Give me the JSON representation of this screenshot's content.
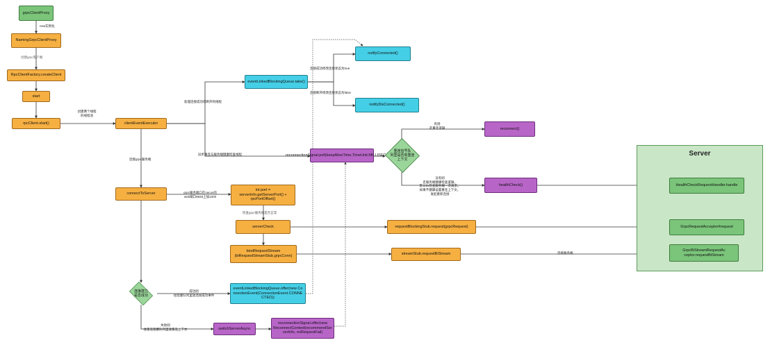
{
  "nodes": {
    "grpc_client_proxy": "grpcClientProxy",
    "naming_grpc_client_proxy": "NamingGrpcClientProxy",
    "rpc_client_factory": "RpcClientFactory.createClient",
    "start": "start",
    "rpc_client_start": "rpcClient.start()",
    "client_event_executor": "clientEventExecutor",
    "connect_to_server": "connectToServer",
    "event_queue_take": "eventLinkedBlockingQueue.take()",
    "notify_connected": "notifyConnected()",
    "notify_disconnected": "notifyDisConnected()",
    "reconnection_poll": "reconnectionSignal.poll(keepAliveTime,TimeUnit.MILLISECONDS)",
    "decision_reconnect": "重连信号队\n列里是否有重连\n上下文",
    "reconnect": "reconnect()",
    "health_check": "healthCheck()",
    "int_port": "int port =\nserverInfo.getServerPort() +\nrpcPortOffset()",
    "server_check": "serverCheck",
    "bind_request_stream": "bindRequestStream\n(biRequestStreamStub,grpcConn)",
    "request_blocking_stub": "requestBlockingStub.request(grpcRequest)",
    "stream_stub": "streamStub.requestBiStream",
    "decision_connected": "连接建立\n是否成功",
    "event_queue_offer": "eventLinkedBlockingQueue.offer(new Co\nnnectionEvent(ConnectionEvent.CONNE\nCTED))",
    "switch_server_async": "switchServerAsync",
    "reconnection_offer": "reconnectionSignal.offer(new\nReconnectContext(recommendSer\nverInfo, onRequestFail)"
  },
  "server": {
    "title": "Server",
    "health_handler": "HealthCheckRequestHandler.handle",
    "acceptor": "GrpcRequestAcceptor#request",
    "bistream": "GrpcBiStreamRequestAc\nceptor.requestBiStream"
  },
  "labels": {
    "new_instance": "new实例化",
    "create_grpc_client": "创建grpc客户端",
    "create_two_threads": "创建两个线程\n的线程池",
    "handle_connect_thread": "处理连接成功或断开的线程",
    "async_reconnect": "异步重连与服务端健康检查线程",
    "connect_grpc_server": "连接grpc服务端",
    "grpc_port_offset": "grpc服务端口在nacos的\nweb端口8848上加1000",
    "check_server_normal": "检查grpc服务端是否正常",
    "connect_success_true": "连接成功修改连接状态为true",
    "disconnect_false": "连接断开修改连接状态为false",
    "has_reconnect": "有则\n走重连逻辑",
    "no_health_check": "没有则\n走服务端健康检查逻辑，\n默认5s检查服务端一次请求，\n如果不健康设置重连上下文，\n发起重新连接",
    "success_queue": "成功则\n往阻塞队列里放连接成功事件",
    "fail_queue": "失败则\n往重连阻塞队列里放重连上下文",
    "connect_server": "连接服务端"
  },
  "colors": {
    "green": "#7bc57b",
    "orange": "#f6b042",
    "cyan": "#45cfe6",
    "purple": "#b865c8",
    "server_bg": "#c9e6c6"
  }
}
